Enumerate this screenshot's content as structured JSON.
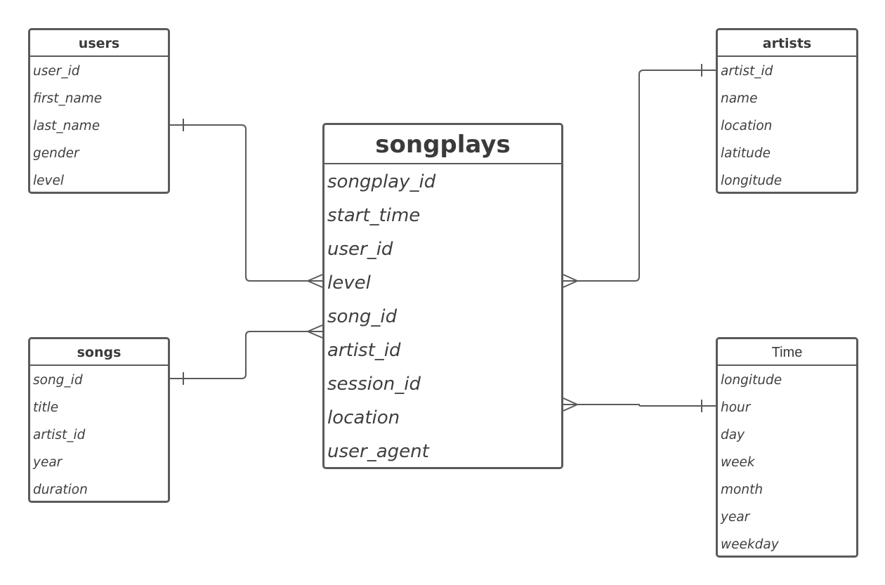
{
  "entities": {
    "users": {
      "title": "users",
      "fields": [
        "user_id",
        "first_name",
        "last_name",
        "gender",
        "level"
      ]
    },
    "songs": {
      "title": "songs",
      "fields": [
        "song_id",
        "title",
        "artist_id",
        "year",
        "duration"
      ]
    },
    "artists": {
      "title": "artists",
      "fields": [
        "artist_id",
        "name",
        "location",
        "latitude",
        "longitude"
      ]
    },
    "time": {
      "title": "Time",
      "fields": [
        "longitude",
        "hour",
        "day",
        "week",
        "month",
        "year",
        "weekday"
      ]
    },
    "songplays": {
      "title": "songplays",
      "fields": [
        "songplay_id",
        "start_time",
        "user_id",
        "level",
        "song_id",
        "artist_id",
        "session_id",
        "location",
        "user_agent"
      ]
    }
  },
  "relationships": [
    {
      "from": "users.last_name",
      "to": "songplays.level",
      "from_cardinality": "one",
      "to_cardinality": "many"
    },
    {
      "from": "songs.song_id",
      "to": "songplays.song_id",
      "from_cardinality": "one",
      "to_cardinality": "many"
    },
    {
      "from": "artists.artist_id",
      "to": "songplays.level",
      "from_cardinality": "one",
      "to_cardinality": "many"
    },
    {
      "from": "time.hour",
      "to": "songplays.location",
      "from_cardinality": "one",
      "to_cardinality": "many"
    }
  ],
  "colors": {
    "border": "#5a5a5a",
    "text": "#3a3a3a",
    "background": "#ffffff"
  }
}
